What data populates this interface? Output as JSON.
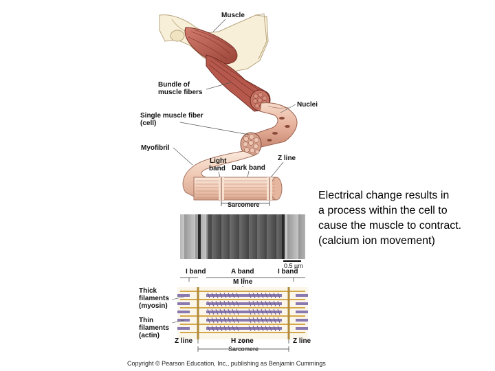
{
  "labels": {
    "muscle": "Muscle",
    "bundle_line1": "Bundle of",
    "bundle_line2": "muscle fibers",
    "nuclei": "Nuclei",
    "single_fiber_line1": "Single muscle fiber",
    "single_fiber_line2": "(cell)",
    "myofibril": "Myofibril",
    "light_band_line1": "Light",
    "light_band_line2": "band",
    "dark_band": "Dark band",
    "z_line_top": "Z line",
    "sarcomere_top": "Sarcomere",
    "scale_bar": "0.5 µm",
    "i_band_left": "I band",
    "a_band": "A band",
    "i_band_right": "I band",
    "m_line": "M line",
    "thick_line1": "Thick",
    "thick_line2": "filaments",
    "thick_line3": "(myosin)",
    "thin_line1": "Thin",
    "thin_line2": "filaments",
    "thin_line3": "(actin)",
    "z_line_left": "Z line",
    "h_zone": "H zone",
    "z_line_right": "Z line",
    "sarcomere_bottom": "Sarcomere"
  },
  "caption": {
    "line1": "Electrical change results in",
    "line2": "a process within the cell to",
    "line3": "cause the muscle to contract.",
    "line4": "(calcium ion movement)"
  },
  "copyright": "Copyright © Pearson Education, Inc., publishing as Benjamin Cummings",
  "colors": {
    "muscle": "#c0665a",
    "muscle_dark": "#8e3a32",
    "fiber": "#e8b8a4",
    "myofibril": "#f0d2c0",
    "arm": "#f5ecd2",
    "thick_filament": "#8a78b0",
    "thin_filament": "#d4a64a"
  }
}
